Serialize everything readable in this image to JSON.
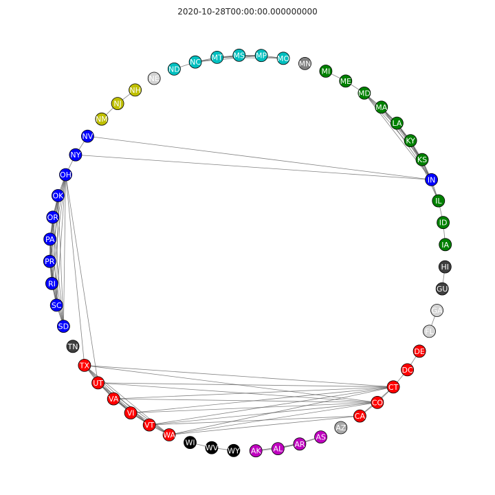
{
  "title": "2020-10-28T00:00:00.000000000",
  "colors": {
    "red": "#ff0000",
    "green": "#008000",
    "blue": "#0000ff",
    "cyan": "#00bfbf",
    "magenta": "#bf00bf",
    "yellow": "#bfbf00",
    "black": "#000000",
    "darkgray": "#3f3f3f",
    "gray": "#7f7f7f",
    "silver": "#a9a9a9",
    "lightgray": "#d3d3d3",
    "white": "#ffffff",
    "edge": "#555555"
  },
  "nodes": [
    {
      "id": "HI",
      "color": "darkgray",
      "text": "white"
    },
    {
      "id": "GU",
      "color": "darkgray",
      "text": "white"
    },
    {
      "id": "GA",
      "color": "lightgray",
      "text": "white"
    },
    {
      "id": "FL",
      "color": "lightgray",
      "text": "white"
    },
    {
      "id": "DE",
      "color": "red",
      "text": "white"
    },
    {
      "id": "DC",
      "color": "red",
      "text": "white"
    },
    {
      "id": "CT",
      "color": "red",
      "text": "white"
    },
    {
      "id": "CO",
      "color": "red",
      "text": "white"
    },
    {
      "id": "CA",
      "color": "red",
      "text": "white"
    },
    {
      "id": "AZ",
      "color": "silver",
      "text": "white"
    },
    {
      "id": "AS",
      "color": "magenta",
      "text": "white"
    },
    {
      "id": "AR",
      "color": "magenta",
      "text": "white"
    },
    {
      "id": "AL",
      "color": "magenta",
      "text": "white"
    },
    {
      "id": "AK",
      "color": "magenta",
      "text": "white"
    },
    {
      "id": "WY",
      "color": "black",
      "text": "white"
    },
    {
      "id": "WV",
      "color": "black",
      "text": "white"
    },
    {
      "id": "WI",
      "color": "black",
      "text": "white"
    },
    {
      "id": "WA",
      "color": "red",
      "text": "white"
    },
    {
      "id": "VT",
      "color": "red",
      "text": "white"
    },
    {
      "id": "VI",
      "color": "red",
      "text": "white"
    },
    {
      "id": "VA",
      "color": "red",
      "text": "white"
    },
    {
      "id": "UT",
      "color": "red",
      "text": "white"
    },
    {
      "id": "TX",
      "color": "red",
      "text": "white"
    },
    {
      "id": "TN",
      "color": "darkgray",
      "text": "white"
    },
    {
      "id": "SD",
      "color": "blue",
      "text": "white"
    },
    {
      "id": "SC",
      "color": "blue",
      "text": "white"
    },
    {
      "id": "RI",
      "color": "blue",
      "text": "white"
    },
    {
      "id": "PR",
      "color": "blue",
      "text": "white"
    },
    {
      "id": "PA",
      "color": "blue",
      "text": "white"
    },
    {
      "id": "OR",
      "color": "blue",
      "text": "white"
    },
    {
      "id": "OK",
      "color": "blue",
      "text": "white"
    },
    {
      "id": "OH",
      "color": "blue",
      "text": "white"
    },
    {
      "id": "NY",
      "color": "blue",
      "text": "white"
    },
    {
      "id": "NV",
      "color": "blue",
      "text": "white"
    },
    {
      "id": "NM",
      "color": "yellow",
      "text": "white"
    },
    {
      "id": "NJ",
      "color": "yellow",
      "text": "white"
    },
    {
      "id": "NH",
      "color": "yellow",
      "text": "white"
    },
    {
      "id": "NE",
      "color": "lightgray",
      "text": "white"
    },
    {
      "id": "ND",
      "color": "cyan",
      "text": "white"
    },
    {
      "id": "NC",
      "color": "cyan",
      "text": "white"
    },
    {
      "id": "MT",
      "color": "cyan",
      "text": "white"
    },
    {
      "id": "MS",
      "color": "cyan",
      "text": "white"
    },
    {
      "id": "MP",
      "color": "cyan",
      "text": "white"
    },
    {
      "id": "MO",
      "color": "cyan",
      "text": "white"
    },
    {
      "id": "MN",
      "color": "gray",
      "text": "white"
    },
    {
      "id": "MI",
      "color": "green",
      "text": "white"
    },
    {
      "id": "ME",
      "color": "green",
      "text": "white"
    },
    {
      "id": "MD",
      "color": "green",
      "text": "white"
    },
    {
      "id": "MA",
      "color": "green",
      "text": "white"
    },
    {
      "id": "LA",
      "color": "green",
      "text": "white"
    },
    {
      "id": "KY",
      "color": "green",
      "text": "white"
    },
    {
      "id": "KS",
      "color": "green",
      "text": "white"
    },
    {
      "id": "IN",
      "color": "blue",
      "text": "white"
    },
    {
      "id": "IL",
      "color": "green",
      "text": "white"
    },
    {
      "id": "ID",
      "color": "green",
      "text": "white"
    },
    {
      "id": "IA",
      "color": "green",
      "text": "white"
    }
  ],
  "edges": [
    [
      "HI",
      "GU"
    ],
    [
      "GA",
      "FL"
    ],
    [
      "DE",
      "DC"
    ],
    [
      "DC",
      "CT"
    ],
    [
      "CT",
      "CO"
    ],
    [
      "CO",
      "CA"
    ],
    [
      "CT",
      "CA"
    ],
    [
      "CT",
      "WA"
    ],
    [
      "CT",
      "VT"
    ],
    [
      "CT",
      "VI"
    ],
    [
      "CT",
      "VA"
    ],
    [
      "CT",
      "UT"
    ],
    [
      "CT",
      "TX"
    ],
    [
      "CO",
      "WA"
    ],
    [
      "CO",
      "VT"
    ],
    [
      "CO",
      "VI"
    ],
    [
      "CO",
      "VA"
    ],
    [
      "CO",
      "UT"
    ],
    [
      "CO",
      "TX"
    ],
    [
      "CA",
      "WA"
    ],
    [
      "CA",
      "VT"
    ],
    [
      "WA",
      "VT"
    ],
    [
      "WA",
      "VI"
    ],
    [
      "WA",
      "VA"
    ],
    [
      "WA",
      "UT"
    ],
    [
      "WA",
      "TX"
    ],
    [
      "VT",
      "VI"
    ],
    [
      "VT",
      "VA"
    ],
    [
      "VT",
      "UT"
    ],
    [
      "VT",
      "TX"
    ],
    [
      "VI",
      "VA"
    ],
    [
      "VI",
      "UT"
    ],
    [
      "VI",
      "TX"
    ],
    [
      "VA",
      "UT"
    ],
    [
      "VA",
      "TX"
    ],
    [
      "UT",
      "TX"
    ],
    [
      "TX",
      "OH"
    ],
    [
      "UT",
      "OH"
    ],
    [
      "AS",
      "AR"
    ],
    [
      "AR",
      "AL"
    ],
    [
      "AL",
      "AK"
    ],
    [
      "AS",
      "AL"
    ],
    [
      "AR",
      "AK"
    ],
    [
      "WY",
      "WV"
    ],
    [
      "WV",
      "WI"
    ],
    [
      "SD",
      "SC"
    ],
    [
      "SD",
      "RI"
    ],
    [
      "SD",
      "PR"
    ],
    [
      "SD",
      "PA"
    ],
    [
      "SD",
      "OR"
    ],
    [
      "SD",
      "OK"
    ],
    [
      "SD",
      "OH"
    ],
    [
      "SC",
      "RI"
    ],
    [
      "SC",
      "PR"
    ],
    [
      "SC",
      "PA"
    ],
    [
      "SC",
      "OR"
    ],
    [
      "SC",
      "OK"
    ],
    [
      "SC",
      "OH"
    ],
    [
      "RI",
      "PR"
    ],
    [
      "RI",
      "PA"
    ],
    [
      "RI",
      "OR"
    ],
    [
      "RI",
      "OK"
    ],
    [
      "RI",
      "OH"
    ],
    [
      "PR",
      "PA"
    ],
    [
      "PR",
      "OR"
    ],
    [
      "PR",
      "OK"
    ],
    [
      "PR",
      "OH"
    ],
    [
      "PA",
      "OR"
    ],
    [
      "PA",
      "OK"
    ],
    [
      "PA",
      "OH"
    ],
    [
      "OR",
      "OK"
    ],
    [
      "OR",
      "OH"
    ],
    [
      "OK",
      "OH"
    ],
    [
      "OH",
      "NY"
    ],
    [
      "NY",
      "NV"
    ],
    [
      "NY",
      "IN"
    ],
    [
      "NV",
      "IN"
    ],
    [
      "NM",
      "NJ"
    ],
    [
      "NJ",
      "NH"
    ],
    [
      "ND",
      "NC"
    ],
    [
      "NC",
      "MT"
    ],
    [
      "MT",
      "MS"
    ],
    [
      "MS",
      "MP"
    ],
    [
      "MP",
      "MO"
    ],
    [
      "NC",
      "MS"
    ],
    [
      "MT",
      "MP"
    ],
    [
      "MS",
      "MO"
    ],
    [
      "NC",
      "MP"
    ],
    [
      "MT",
      "MO"
    ],
    [
      "MI",
      "ME"
    ],
    [
      "ME",
      "MD"
    ],
    [
      "MD",
      "MA"
    ],
    [
      "MA",
      "LA"
    ],
    [
      "LA",
      "KY"
    ],
    [
      "KY",
      "KS"
    ],
    [
      "KS",
      "IN"
    ],
    [
      "IN",
      "IL"
    ],
    [
      "IL",
      "ID"
    ],
    [
      "ID",
      "IA"
    ],
    [
      "MD",
      "LA"
    ],
    [
      "MD",
      "KY"
    ],
    [
      "MD",
      "KS"
    ],
    [
      "MD",
      "IN"
    ],
    [
      "MA",
      "KY"
    ],
    [
      "MA",
      "KS"
    ],
    [
      "MA",
      "IN"
    ],
    [
      "LA",
      "KS"
    ],
    [
      "LA",
      "IN"
    ],
    [
      "KY",
      "IN"
    ],
    [
      "KS",
      "IL"
    ],
    [
      "KY",
      "IL"
    ]
  ]
}
